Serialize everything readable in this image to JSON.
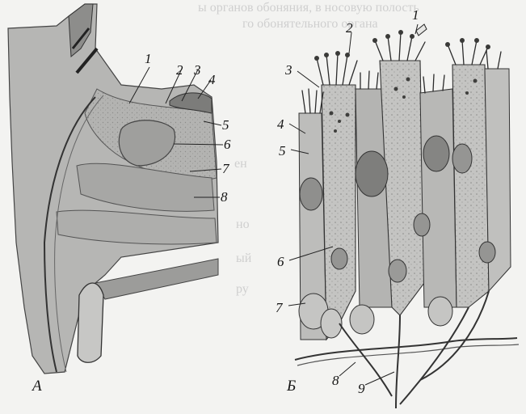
{
  "panels": {
    "a": {
      "letter": "А",
      "labels": [
        "1",
        "2",
        "3",
        "4",
        "5",
        "6",
        "7",
        "8"
      ]
    },
    "b": {
      "letter": "Б",
      "labels": [
        "1",
        "2",
        "3",
        "4",
        "5",
        "6",
        "7",
        "8",
        "9"
      ]
    }
  },
  "bleed_through": [
    "ы органов обоняния, в носовую полость",
    "го обонятельного органа",
    "ен",
    "но",
    "ый",
    "ру"
  ],
  "colors": {
    "ink": "#141414",
    "cell_fill": "#bdbdbb",
    "tissue_fill": "#a9a9a7",
    "paper": "#f3f3f1"
  }
}
